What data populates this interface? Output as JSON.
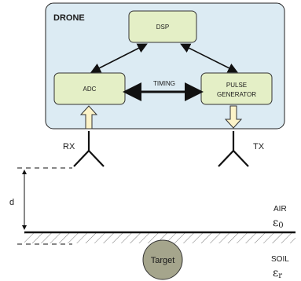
{
  "drone": {
    "title": "DRONE",
    "blocks": {
      "dsp": "DSP",
      "adc": "ADC",
      "pulse_line1": "PULSE",
      "pulse_line2": "GENERATOR"
    },
    "timing_label": "TIMING"
  },
  "antennas": {
    "rx": "RX",
    "tx": "TX"
  },
  "height_label": "d",
  "media": {
    "air": {
      "name": "AIR",
      "symbol": "ε",
      "subscript": "0"
    },
    "soil": {
      "name": "SOIL",
      "symbol": "ε",
      "subscript": "r"
    }
  },
  "target": "Target",
  "colors": {
    "drone_fill": "#dcebf3",
    "drone_stroke": "#222222",
    "block_fill": "#e4efc6",
    "arrow_fill": "#fcf3c8",
    "target_fill": "#a5a58c"
  }
}
